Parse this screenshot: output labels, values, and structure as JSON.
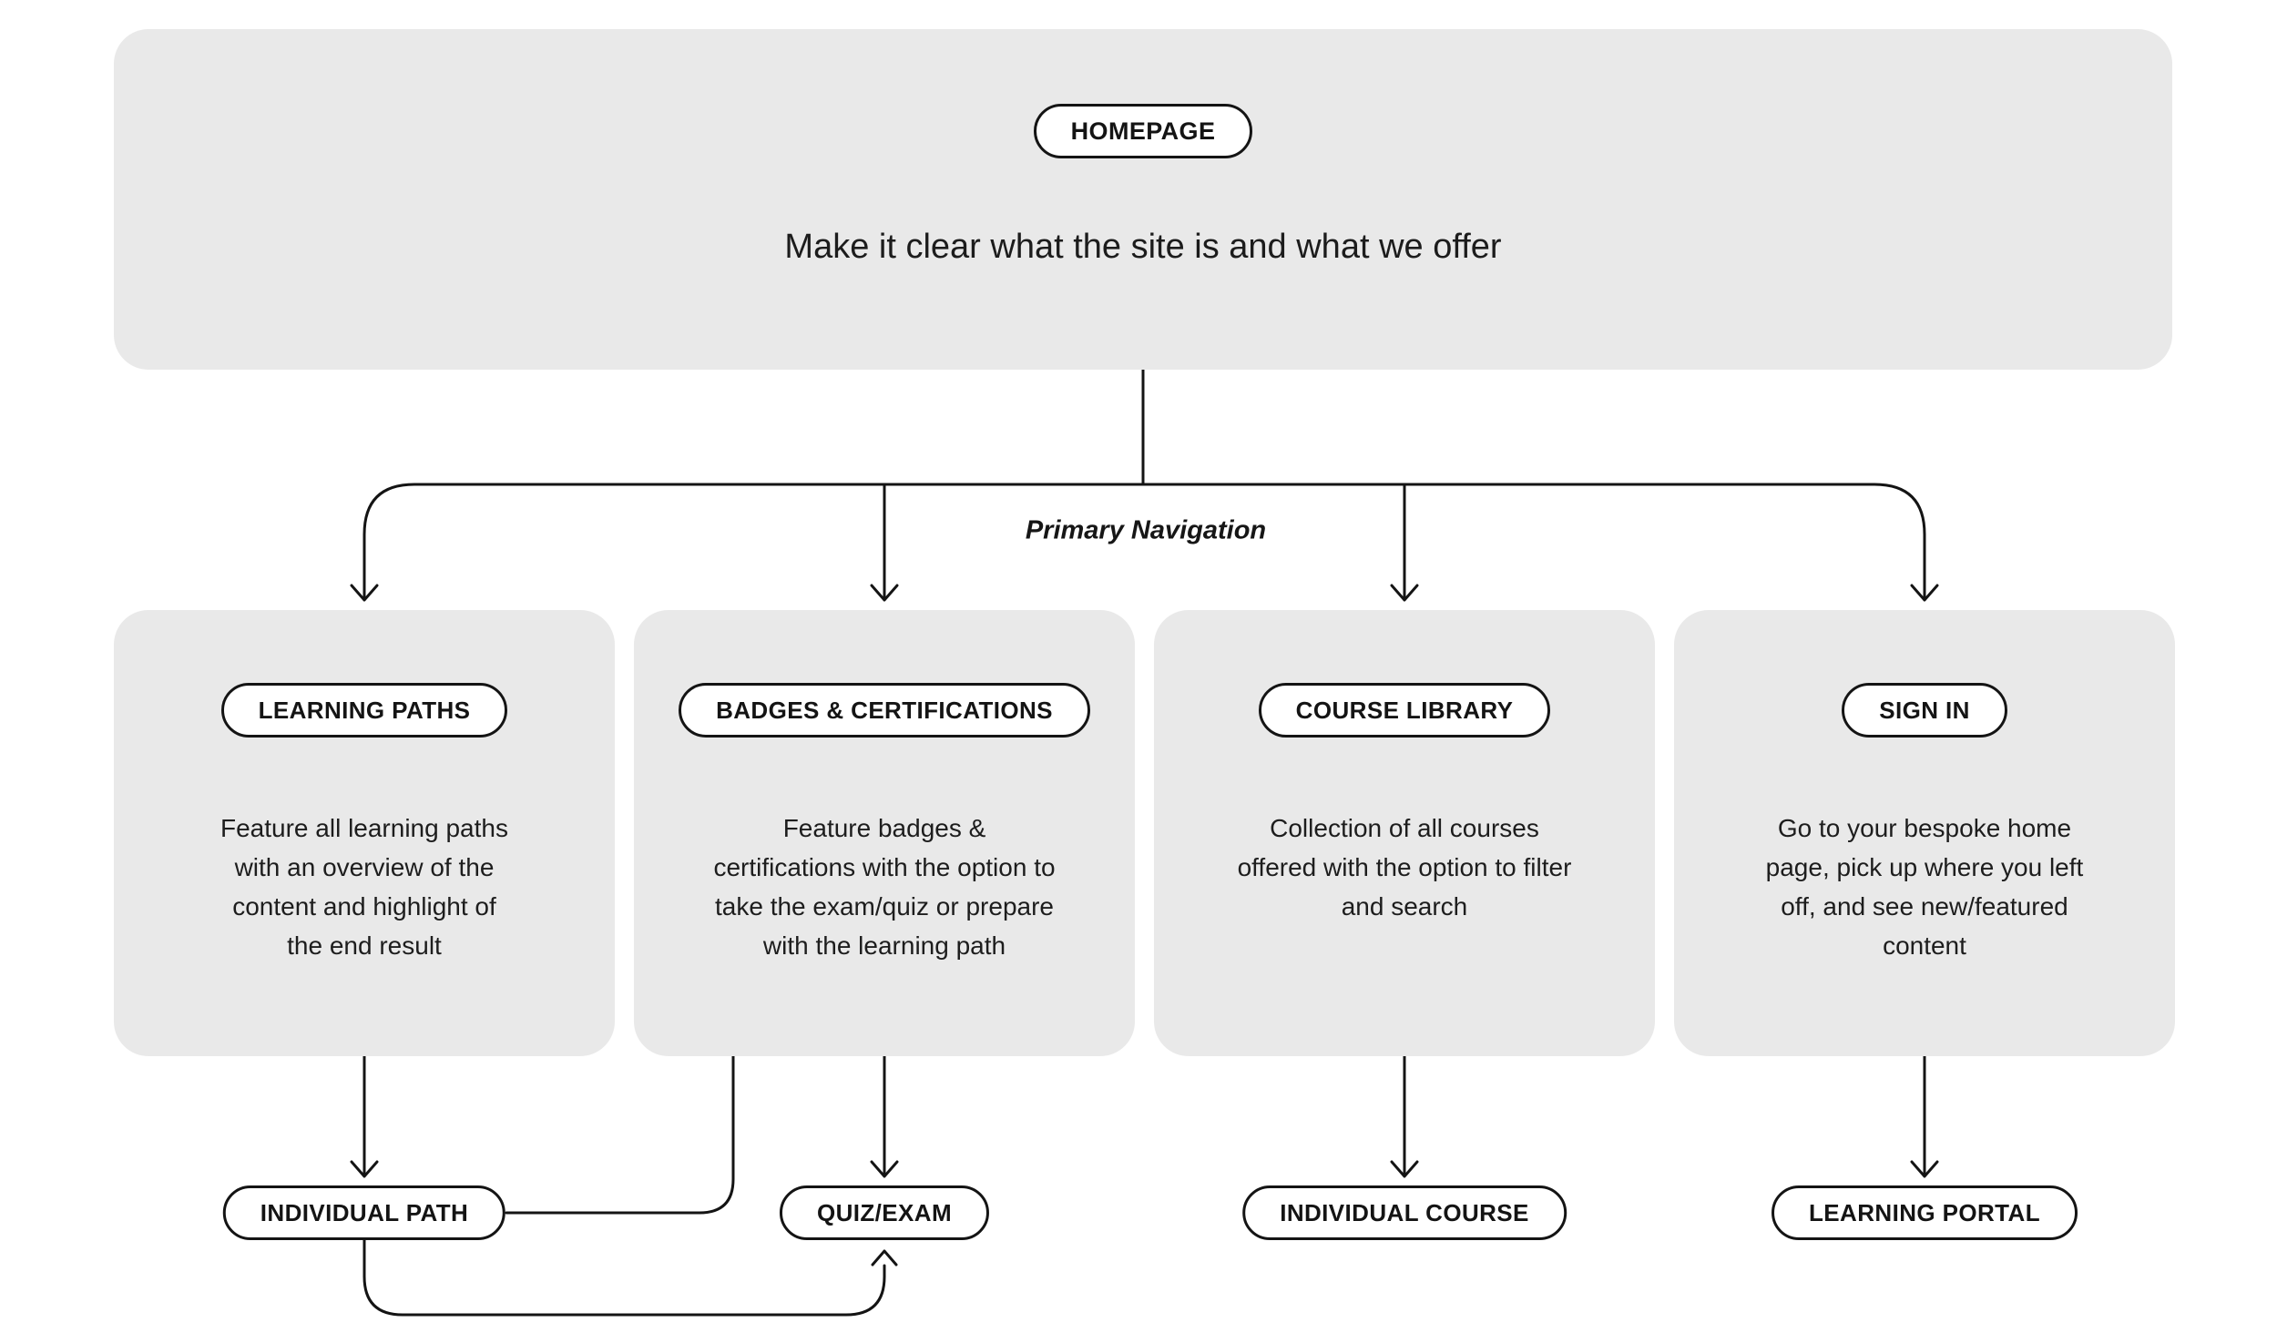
{
  "diagram": {
    "homepage": {
      "label": "HOMEPAGE",
      "description": "Make it clear what the site is and what we offer"
    },
    "nav_label": "Primary Navigation",
    "sections": [
      {
        "label": "LEARNING PATHS",
        "description": "Feature all learning paths\nwith an overview of the\ncontent and highlight of\nthe end result",
        "child": "INDIVIDUAL PATH"
      },
      {
        "label": "BADGES & CERTIFICATIONS",
        "description": "Feature badges &\ncertifications with the option to\ntake the exam/quiz or prepare\nwith the learning path",
        "child": "QUIZ/EXAM"
      },
      {
        "label": "COURSE LIBRARY",
        "description": "Collection of all courses\noffered with the option to filter\nand search",
        "child": "INDIVIDUAL COURSE"
      },
      {
        "label": "SIGN IN",
        "description": "Go to your bespoke home\npage, pick up where you left\noff, and see new/featured\ncontent",
        "child": "LEARNING PORTAL"
      }
    ],
    "colors": {
      "box_bg": "#e9e9e9",
      "pill_bg": "#ffffff",
      "line": "#141414",
      "text": "#1d1d1d"
    }
  }
}
